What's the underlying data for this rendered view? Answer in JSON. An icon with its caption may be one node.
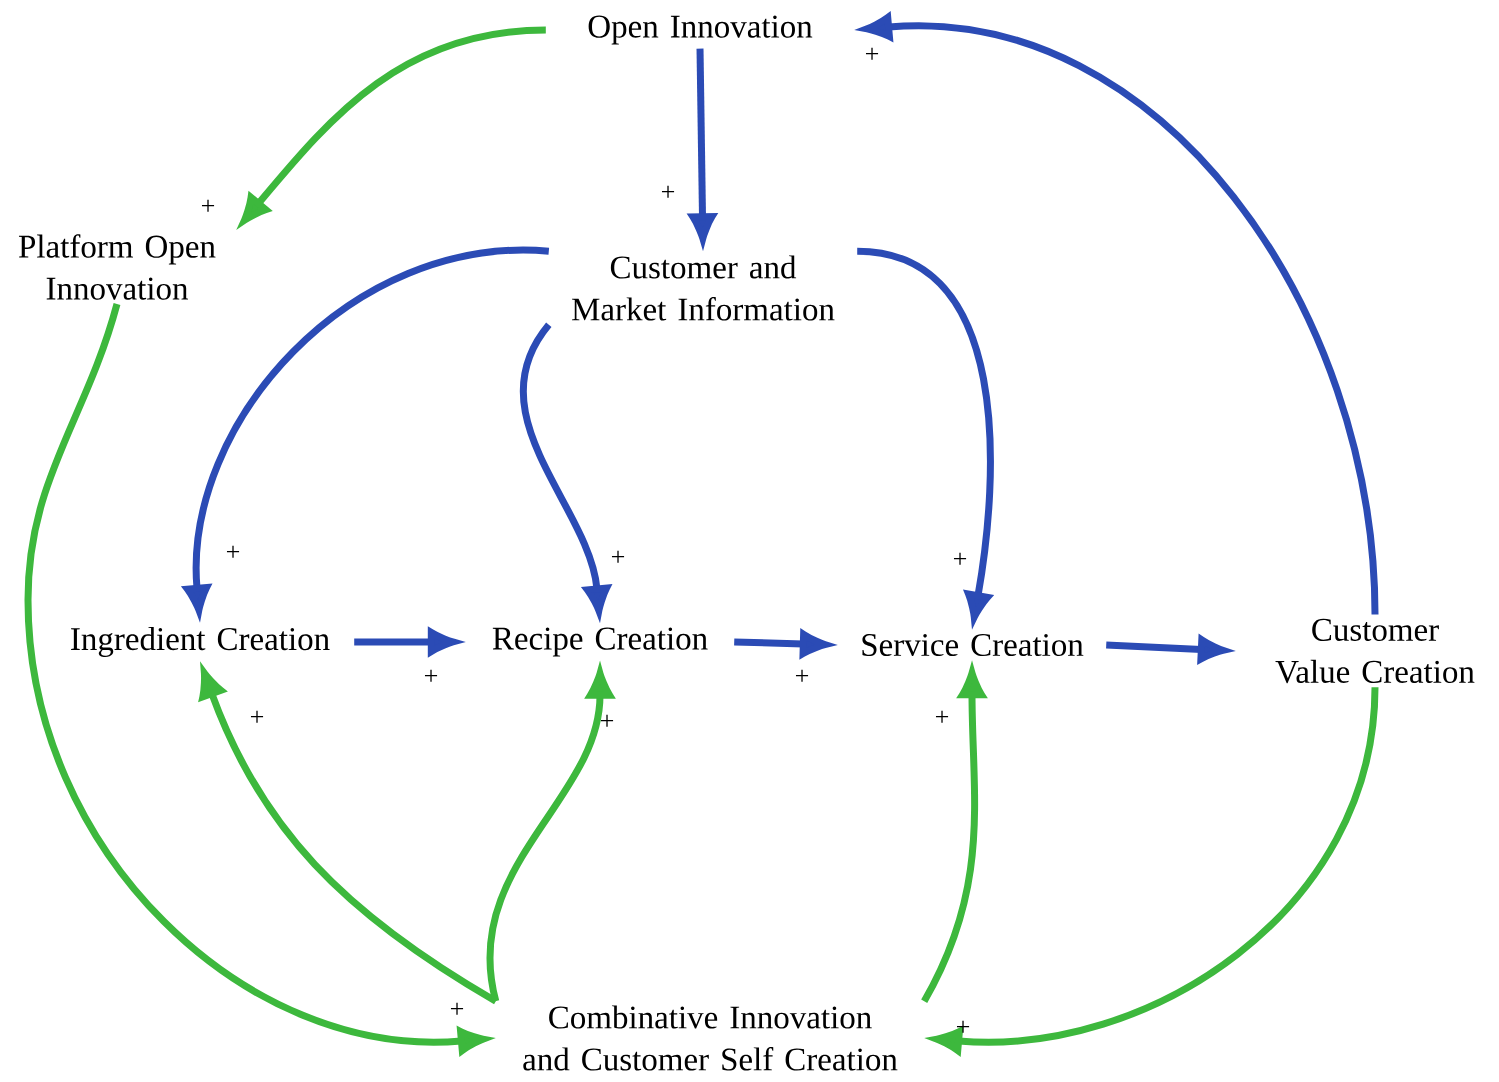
{
  "diagram": {
    "nodes": [
      {
        "text": [
          "Open Innovation"
        ]
      },
      {
        "text": [
          "Platform Open Innovation"
        ]
      },
      {
        "text": [
          "Customer and Market Information"
        ]
      },
      {
        "text": [
          "Ingredient Creation"
        ]
      },
      {
        "text": [
          "Recipe Creation"
        ]
      },
      {
        "text": [
          "Service Creation"
        ]
      },
      {
        "text": [
          "Customer Value Creation"
        ]
      },
      {
        "text": [
          "Combinative Innovation and Customer Self Creation"
        ]
      }
    ],
    "edges": [
      {
        "from": 0,
        "to": 1,
        "arrow": "to",
        "label": "+",
        "color": "#3db83d"
      },
      {
        "from": 0,
        "to": 2,
        "arrow": "to",
        "label": "+"
      },
      {
        "from": 2,
        "to": 3,
        "arrow": "to",
        "label": "+"
      },
      {
        "from": 2,
        "to": 4,
        "arrow": "to",
        "label": "+"
      },
      {
        "from": 2,
        "to": 5,
        "arrow": "to",
        "label": "+"
      },
      {
        "from": 3,
        "to": 4,
        "arrow": "to",
        "label": "+"
      },
      {
        "from": 4,
        "to": 5,
        "arrow": "to",
        "label": "+"
      },
      {
        "from": 5,
        "to": 6,
        "arrow": "to"
      },
      {
        "from": 6,
        "to": 0,
        "arrow": "to",
        "label": "+"
      },
      {
        "from": 1,
        "to": 7,
        "arrow": "to",
        "label": "+",
        "color": "#3db83d"
      },
      {
        "from": 7,
        "to": 3,
        "arrow": "to",
        "label": "+",
        "color": "#3db83d"
      },
      {
        "from": 7,
        "to": 4,
        "arrow": "to",
        "label": "+",
        "color": "#3db83d"
      },
      {
        "from": 7,
        "to": 5,
        "arrow": "to",
        "label": "+",
        "color": "#3db83d"
      },
      {
        "from": 6,
        "to": 7,
        "arrow": "to",
        "label": "+",
        "color": "#3db83d"
      }
    ]
  }
}
